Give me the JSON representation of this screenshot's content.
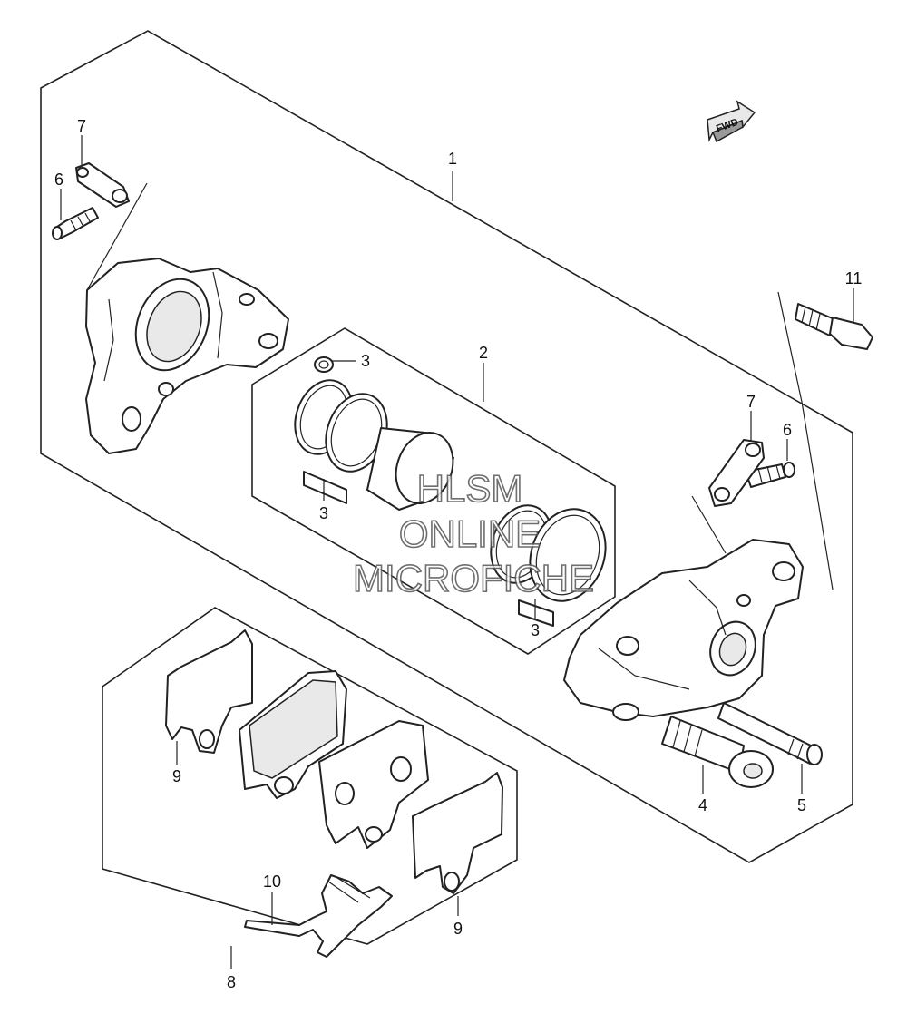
{
  "diagram": {
    "direction_marker": "FWD",
    "watermark": [
      "HLSM",
      "ONLINE",
      "MICROFICHE"
    ],
    "callouts": [
      {
        "id": "c1",
        "label": "1"
      },
      {
        "id": "c2",
        "label": "2"
      },
      {
        "id": "c3a",
        "label": "3"
      },
      {
        "id": "c3b",
        "label": "3"
      },
      {
        "id": "c3c",
        "label": "3"
      },
      {
        "id": "c4",
        "label": "4"
      },
      {
        "id": "c5",
        "label": "5"
      },
      {
        "id": "c6a",
        "label": "6"
      },
      {
        "id": "c6b",
        "label": "6"
      },
      {
        "id": "c7a",
        "label": "7"
      },
      {
        "id": "c7b",
        "label": "7"
      },
      {
        "id": "c8",
        "label": "8"
      },
      {
        "id": "c9a",
        "label": "9"
      },
      {
        "id": "c9b",
        "label": "9"
      },
      {
        "id": "c10",
        "label": "10"
      },
      {
        "id": "c11",
        "label": "11"
      }
    ]
  }
}
